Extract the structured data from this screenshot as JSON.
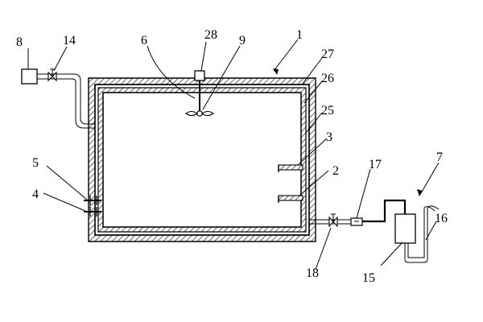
{
  "labels": {
    "n1": "1",
    "n2": "2",
    "n3": "3",
    "n4": "4",
    "n5": "5",
    "n6": "6",
    "n7": "7",
    "n8": "8",
    "n9": "9",
    "n14": "14",
    "n15": "15",
    "n16": "16",
    "n17": "17",
    "n18": "18",
    "n25": "25",
    "n26": "26",
    "n27": "27",
    "n28": "28"
  }
}
